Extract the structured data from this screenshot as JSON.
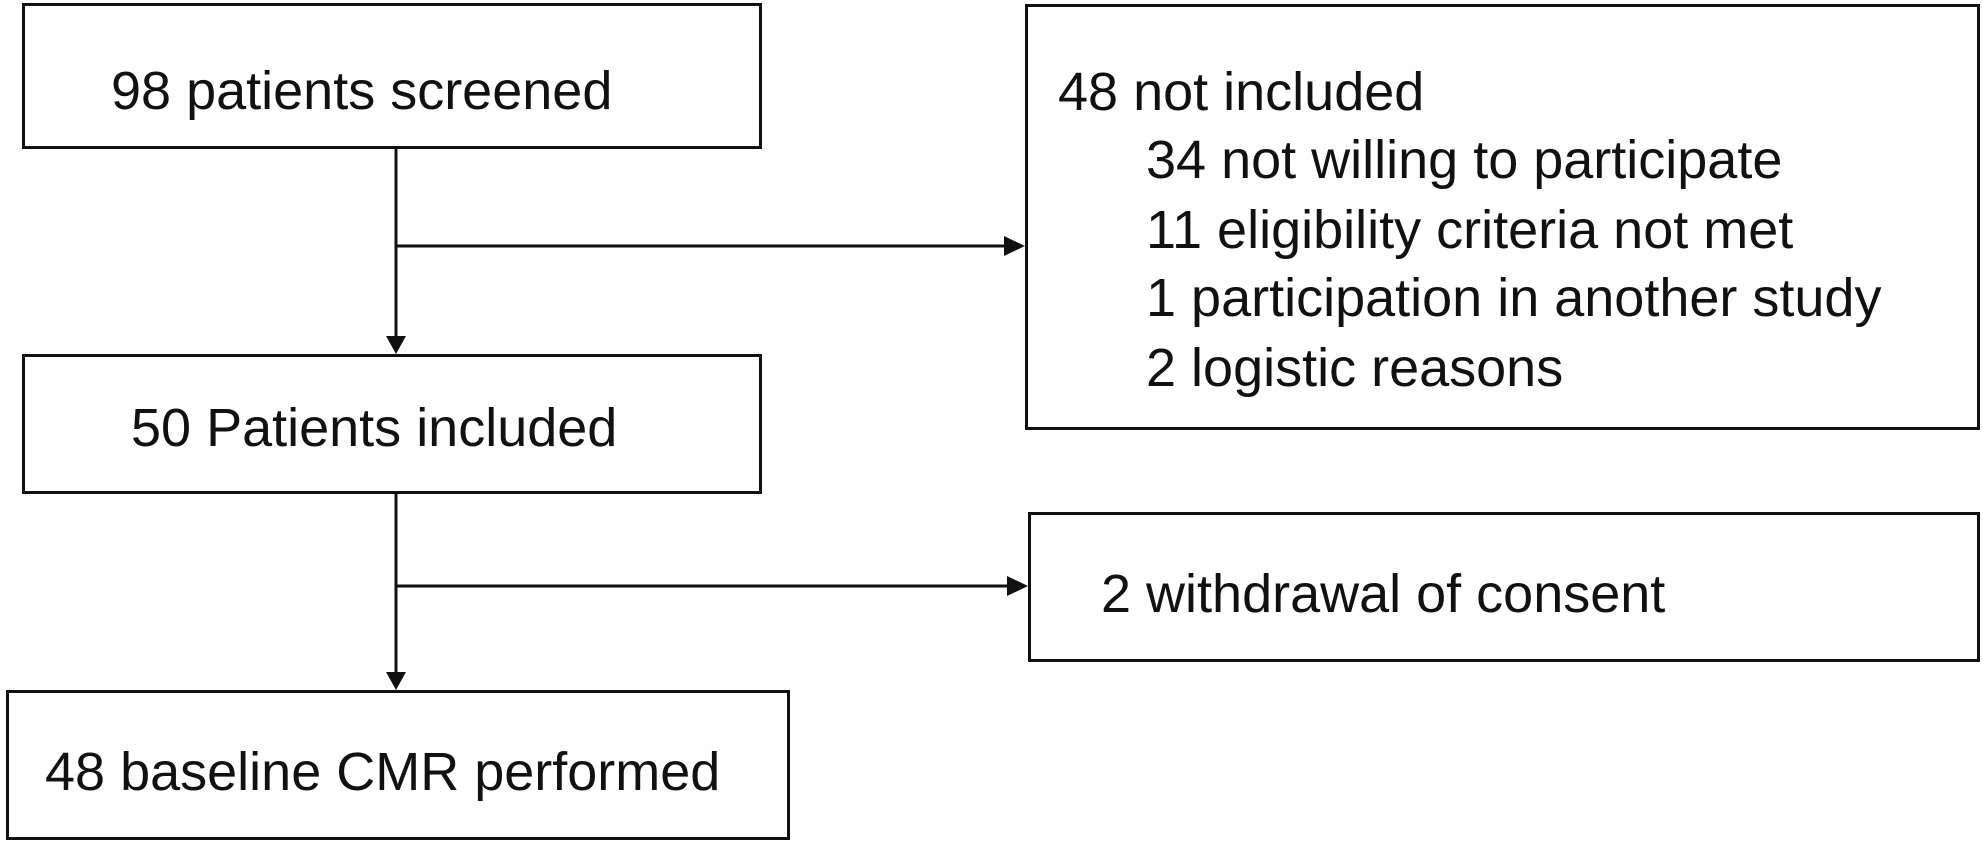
{
  "flowchart": {
    "screened": "98 patients screened",
    "not_included": {
      "title": "48 not included",
      "reasons": [
        "34 not willing to participate",
        "11 eligibility criteria not met",
        "1 participation in another study",
        "2 logistic reasons"
      ]
    },
    "included": "50 Patients included",
    "withdrawal": "2 withdrawal of consent",
    "baseline_cmr": "48 baseline CMR performed"
  },
  "colors": {
    "line": "#111111",
    "background": "#ffffff"
  }
}
